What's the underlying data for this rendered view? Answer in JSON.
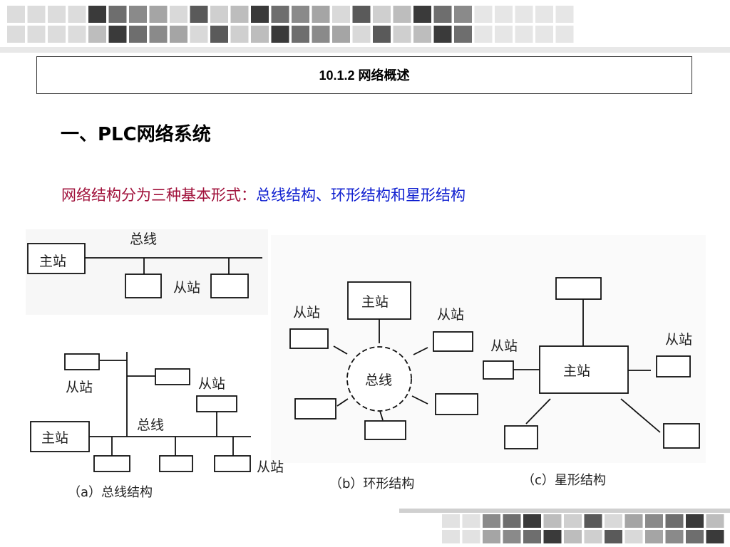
{
  "header": {
    "title": "10.1.2  网络概述"
  },
  "section": {
    "title": "一、PLC网络系统"
  },
  "subtitle": {
    "lead": "网络结构分为三种基本形式：",
    "highlight": "总线结构、环形结构和星形结构"
  },
  "diagram": {
    "bus_top": {
      "bus_label": "总线",
      "master_label": "主站",
      "slave_label": "从站"
    },
    "bus_bottom": {
      "master_label": "主站",
      "bus_label": "总线",
      "slave_label_left": "从站",
      "slave_label_mid": "从站",
      "slave_label_right": "从站"
    },
    "caption_a": "（a）总线结构",
    "ring": {
      "master_label": "主站",
      "ring_label": "总线",
      "slave_label_left": "从站",
      "slave_label_right": "从站",
      "caption": "（b）环形结构"
    },
    "star": {
      "master_label": "主站",
      "slave_label_left": "从站",
      "slave_label_right": "从站",
      "caption": "（c）星形结构"
    }
  }
}
